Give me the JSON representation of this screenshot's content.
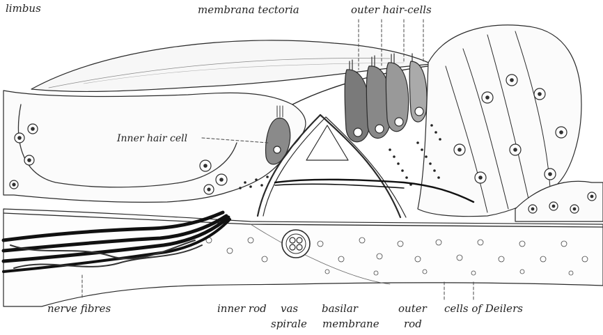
{
  "labels": {
    "limbus": "limbus",
    "membrana_tectoria": "membrana tectoria",
    "outer_hair_cells": "outer hair-cells",
    "inner_hair_cell": "Inner hair cell",
    "nerve_fibres": "nerve fibres",
    "inner_rod": "inner rod",
    "vas": "vas",
    "spirale": "spirale",
    "basilar": "basilar",
    "membrane": "membrane",
    "outer": "outer",
    "rod": "rod",
    "cells_of_deilers": "cells of Deilers"
  }
}
